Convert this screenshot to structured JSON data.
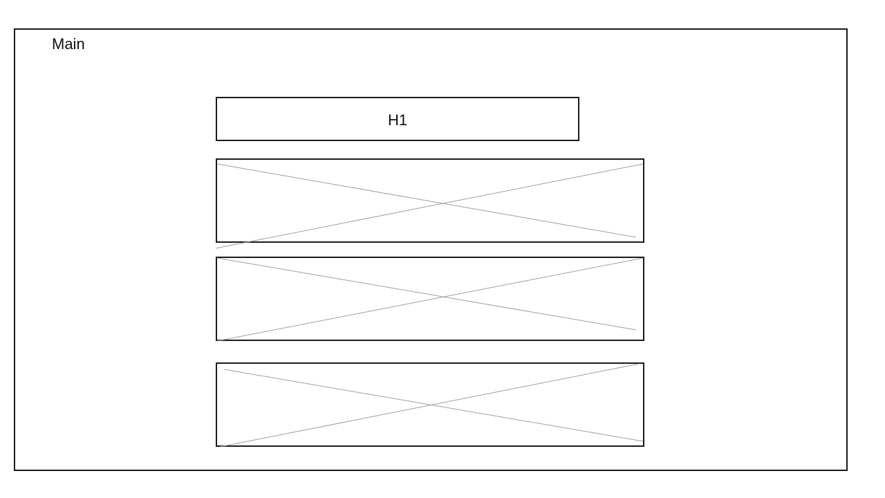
{
  "main": {
    "label": "Main",
    "heading": {
      "label": "H1"
    },
    "image_placeholders": [
      {
        "kind": "image-placeholder"
      },
      {
        "kind": "image-placeholder"
      },
      {
        "kind": "image-placeholder"
      }
    ]
  },
  "colors": {
    "frame_stroke": "#1a1a1a",
    "placeholder_cross": "#9e9e9e",
    "background": "#ffffff"
  }
}
